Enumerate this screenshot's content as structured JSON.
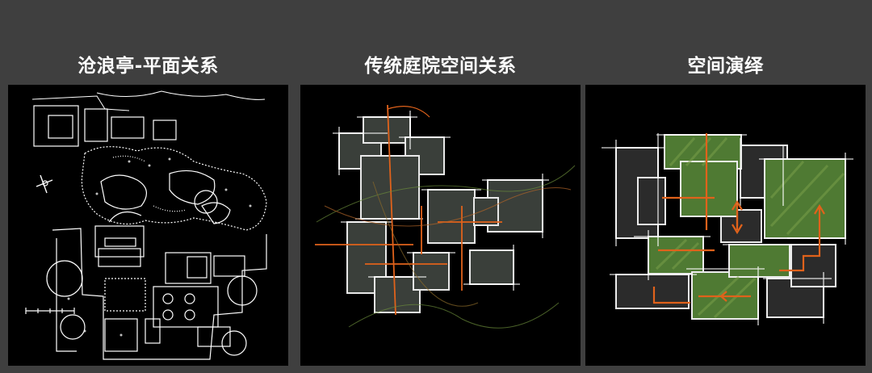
{
  "panels": [
    {
      "title": "沧浪亭-平面关系",
      "type": "site-plan-drawing"
    },
    {
      "title": "传统庭院空间关系",
      "type": "courtyard-sketch"
    },
    {
      "title": "空间演绎",
      "type": "space-interpretation-sketch"
    }
  ],
  "colors": {
    "background": "#3f3f3f",
    "panel": "#000000",
    "line": "#ffffff",
    "accent_orange": "#e0621b",
    "green_fill": "#4f7a33",
    "grey_fill": "#3a3a3a"
  }
}
